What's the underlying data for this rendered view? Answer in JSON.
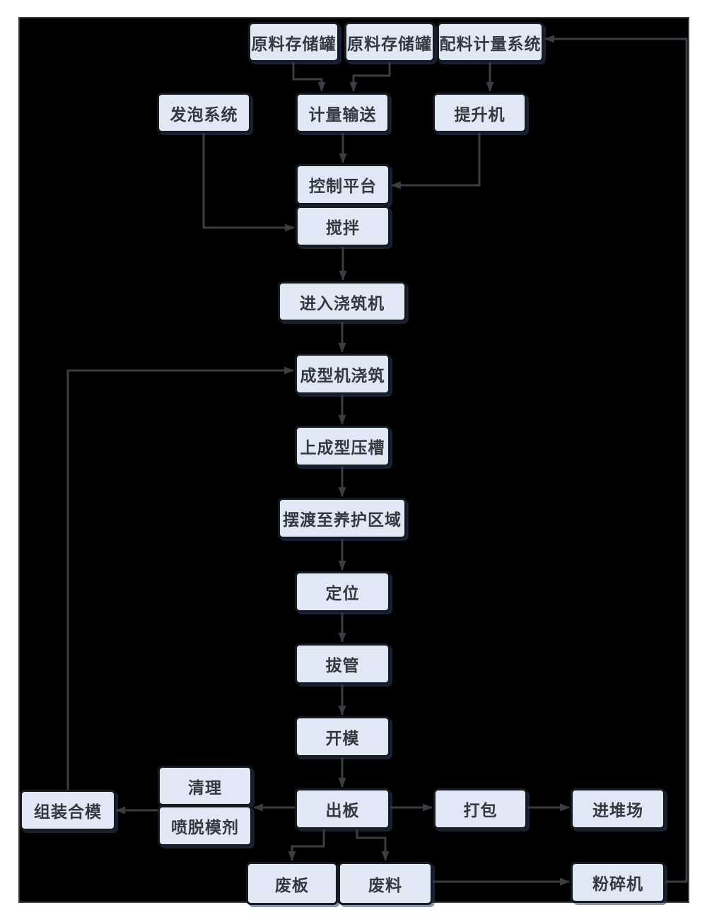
{
  "diagram": {
    "type": "flowchart",
    "language": "zh-CN",
    "colors": {
      "page_background": "#ffffff",
      "canvas_background": "#000000",
      "canvas_border": "#3a3d42",
      "node_fill": "#dfe8f4",
      "node_border": "#171b20",
      "node_text": "#35393f",
      "connector": "#3a3d42"
    },
    "nodes": {
      "raw_tank_1": {
        "label": "原料存储罐"
      },
      "raw_tank_2": {
        "label": "原料存储罐"
      },
      "batching_system": {
        "label": "配料计量系统"
      },
      "foaming_system": {
        "label": "发泡系统"
      },
      "metering_conveyor": {
        "label": "计量输送"
      },
      "elevator": {
        "label": "提升机"
      },
      "control_platform": {
        "label": "控制平台"
      },
      "mixing": {
        "label": "搅拌"
      },
      "enter_pouring_machine": {
        "label": "进入浇筑机"
      },
      "forming_machine_pouring": {
        "label": "成型机浇筑"
      },
      "upper_forming_groove": {
        "label": "上成型压槽"
      },
      "ferry_to_curing_area": {
        "label": "摆渡至养护区域"
      },
      "positioning": {
        "label": "定位"
      },
      "tube_pulling": {
        "label": "拔管"
      },
      "mold_opening": {
        "label": "开模"
      },
      "board_output": {
        "label": "出板"
      },
      "cleaning": {
        "label": "清理"
      },
      "spray_release_agent": {
        "label": "喷脱模剂"
      },
      "assemble_close_mold": {
        "label": "组装合模"
      },
      "packing": {
        "label": "打包"
      },
      "into_stacking_yard": {
        "label": "进堆场"
      },
      "waste_board": {
        "label": "废板"
      },
      "waste_material": {
        "label": "废料"
      },
      "crusher": {
        "label": "粉碎机"
      }
    },
    "edges": [
      {
        "from": "raw_tank_1",
        "to": "metering_conveyor"
      },
      {
        "from": "raw_tank_2",
        "to": "metering_conveyor"
      },
      {
        "from": "batching_system",
        "to": "elevator"
      },
      {
        "from": "metering_conveyor",
        "to": "control_platform"
      },
      {
        "from": "elevator",
        "to": "control_platform"
      },
      {
        "from": "foaming_system",
        "to": "mixing"
      },
      {
        "from": "mixing",
        "to": "enter_pouring_machine"
      },
      {
        "from": "enter_pouring_machine",
        "to": "forming_machine_pouring"
      },
      {
        "from": "forming_machine_pouring",
        "to": "upper_forming_groove"
      },
      {
        "from": "upper_forming_groove",
        "to": "ferry_to_curing_area"
      },
      {
        "from": "ferry_to_curing_area",
        "to": "positioning"
      },
      {
        "from": "positioning",
        "to": "tube_pulling"
      },
      {
        "from": "tube_pulling",
        "to": "mold_opening"
      },
      {
        "from": "mold_opening",
        "to": "board_output"
      },
      {
        "from": "board_output",
        "to": "cleaning_spray_stack"
      },
      {
        "from": "cleaning_spray_stack",
        "to": "assemble_close_mold"
      },
      {
        "from": "assemble_close_mold",
        "to": "forming_machine_pouring"
      },
      {
        "from": "board_output",
        "to": "packing"
      },
      {
        "from": "packing",
        "to": "into_stacking_yard"
      },
      {
        "from": "board_output",
        "to": "waste_board"
      },
      {
        "from": "board_output",
        "to": "waste_material"
      },
      {
        "from": "waste_material",
        "to": "crusher"
      },
      {
        "from": "crusher",
        "to": "batching_system"
      }
    ]
  }
}
